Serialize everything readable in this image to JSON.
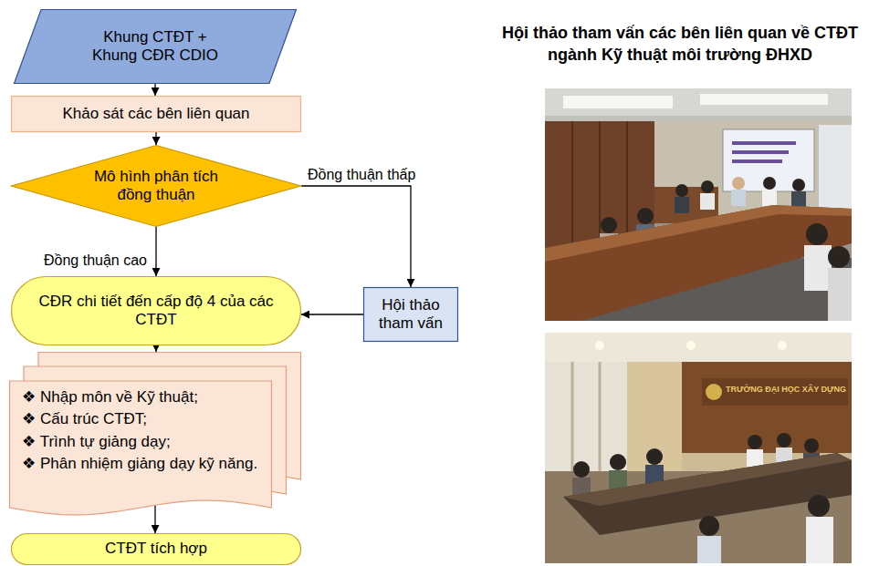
{
  "diagram": {
    "title": "Hội thảo tham vấn các bên liên quan về CTĐT ngành Kỹ thuật môi trường ĐHXD",
    "nodes": [
      {
        "text": [
          "Khung CTĐT + Khung CĐR CDIO"
        ]
      },
      {
        "text": [
          "Khảo sát các bên liên quan"
        ]
      },
      {
        "text": [
          "Mô hình phân tích đồng thuận"
        ]
      },
      {
        "text": [
          "CĐR chi tiết đến cấp độ 4 của các CTĐT"
        ]
      },
      {
        "text": [
          "Hội thảo tham vấn"
        ]
      },
      {
        "text": [
          "❖ Nhập môn về Kỹ thuật;",
          "❖ Cấu trúc CTĐT;",
          "❖ Trình tự giảng dạy;",
          "❖ Phân nhiệm giảng dạy kỹ năng."
        ]
      },
      {
        "text": [
          "CTĐT tích hợp"
        ]
      }
    ],
    "edges": [
      {
        "from": 0,
        "to": 1,
        "arrow": "to"
      },
      {
        "from": 1,
        "to": 2,
        "arrow": "to"
      },
      {
        "from": 2,
        "to": 3,
        "label": "Đồng thuận cao",
        "arrow": "to"
      },
      {
        "from": 2,
        "to": 4,
        "label": "Đồng thuận thấp",
        "arrow": "to"
      },
      {
        "from": 4,
        "to": 3,
        "arrow": "to"
      },
      {
        "from": 3,
        "to": 5,
        "arrow": "to"
      },
      {
        "from": 5,
        "to": 6,
        "arrow": "to"
      }
    ],
    "labels": [
      "TRƯỜNG ĐẠI HỌC XÂY DỰNG"
    ]
  }
}
